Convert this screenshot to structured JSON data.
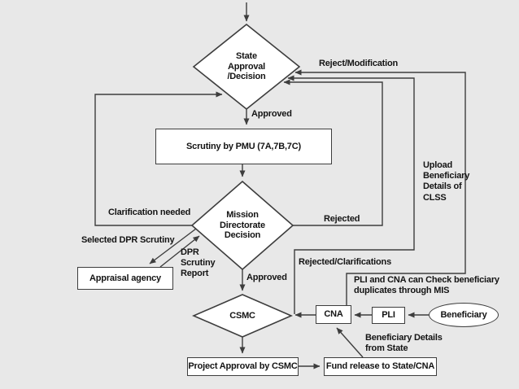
{
  "colors": {
    "background": "#e8e8e8",
    "line": "#3d3d3d",
    "shape_fill": "#ffffff",
    "text": "#141414"
  },
  "nodes": {
    "state": "State\nApproval\n/Decision",
    "scrutiny": "Scrutiny by PMU (7A,7B,7C)",
    "mission": "Mission\nDirectorate\nDecision",
    "appraisal": "Appraisal agency",
    "csmc": "CSMC",
    "cna": "CNA",
    "pli": "PLI",
    "beneficiary": "Beneficiary",
    "project": "Project Approval by CSMC",
    "fund": "Fund release to State/CNA"
  },
  "labels": {
    "reject_modification": "Reject/Modification",
    "approved_state": "Approved",
    "approved_mission": "Approved",
    "clarification_needed": "Clarification needed",
    "selected_dpr_scrutiny": "Selected DPR Scrutiny",
    "dpr_scrutiny_report": "DPR\nScrutiny\nReport",
    "rejected": "Rejected",
    "rejected_clarifications": "Rejected/Clarifications",
    "upload_beneficiary": "Upload\nBeneficiary\nDetails of\nCLSS",
    "pli_cna_check": "PLI and CNA can Check beneficiary\nduplicates through MIS",
    "beneficiary_details": "Beneficiary Details\nfrom State"
  }
}
